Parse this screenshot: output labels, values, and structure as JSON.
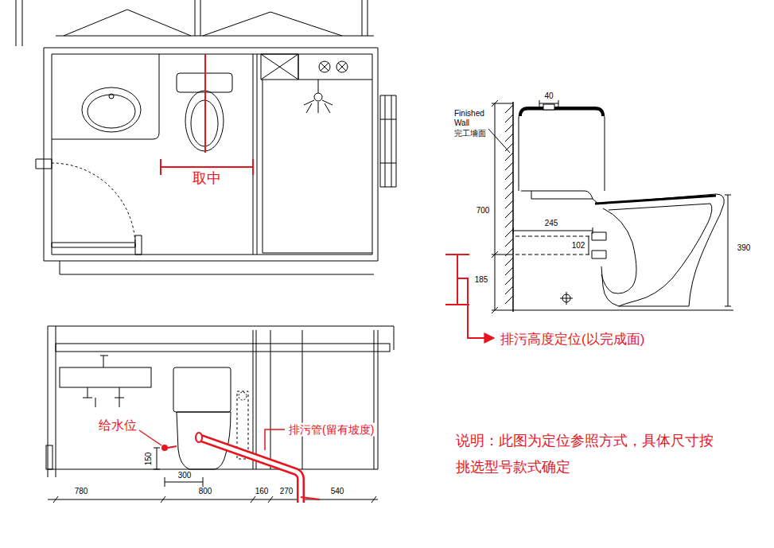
{
  "diagram": {
    "labels": [
      "取中",
      "40",
      "Finished Wall",
      "完工墻面",
      "700",
      "245",
      "102",
      "390",
      "185",
      "排污高度定位(以完成面)",
      "给水位",
      "排污管(留有坡度)",
      "说明：此图为定位参照方式，具体尺寸按 挑选型号款式确定",
      "150",
      "300",
      "780",
      "800",
      "160",
      "270",
      "540"
    ]
  }
}
